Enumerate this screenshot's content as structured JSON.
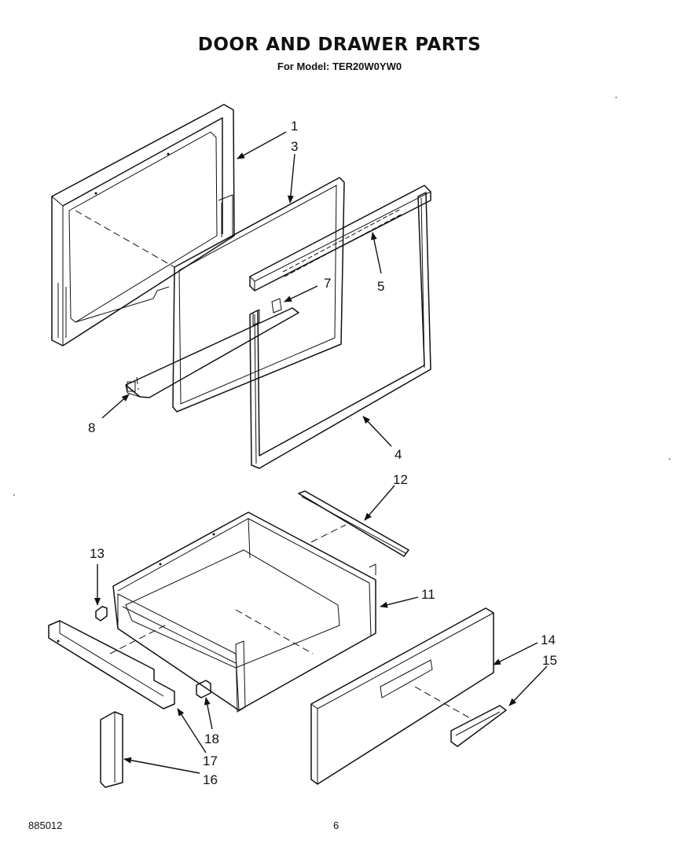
{
  "header": {
    "title": "DOOR AND DRAWER PARTS",
    "subtitle": "For Model: TER20W0YW0"
  },
  "footer": {
    "doc_number": "885012",
    "page_number": "6"
  },
  "callouts": [
    "1",
    "3",
    "5",
    "7",
    "8",
    "4",
    "12",
    "13",
    "11",
    "14",
    "15",
    "18",
    "17",
    "16"
  ]
}
